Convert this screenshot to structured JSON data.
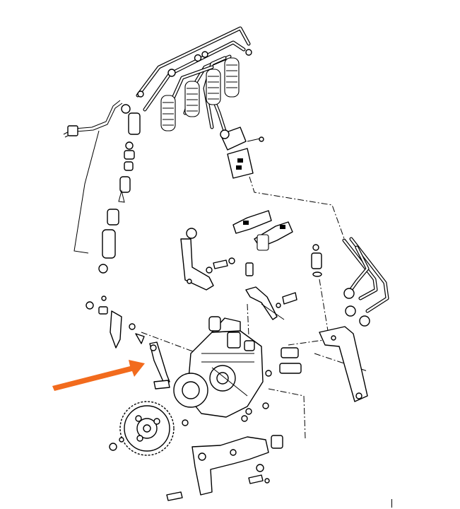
{
  "diagram": {
    "kind": "exploded parts drawing",
    "subject_parts": [
      "injection-pipes",
      "injectors",
      "bracket",
      "injection-pump",
      "toothed-pulley",
      "support-bracket"
    ],
    "pointer": {
      "color": "#f26b1d",
      "target": "pump-bracket-arm"
    }
  },
  "colors": {
    "line": "#000000",
    "background": "#ffffff",
    "arrow": "#f26b1d"
  }
}
